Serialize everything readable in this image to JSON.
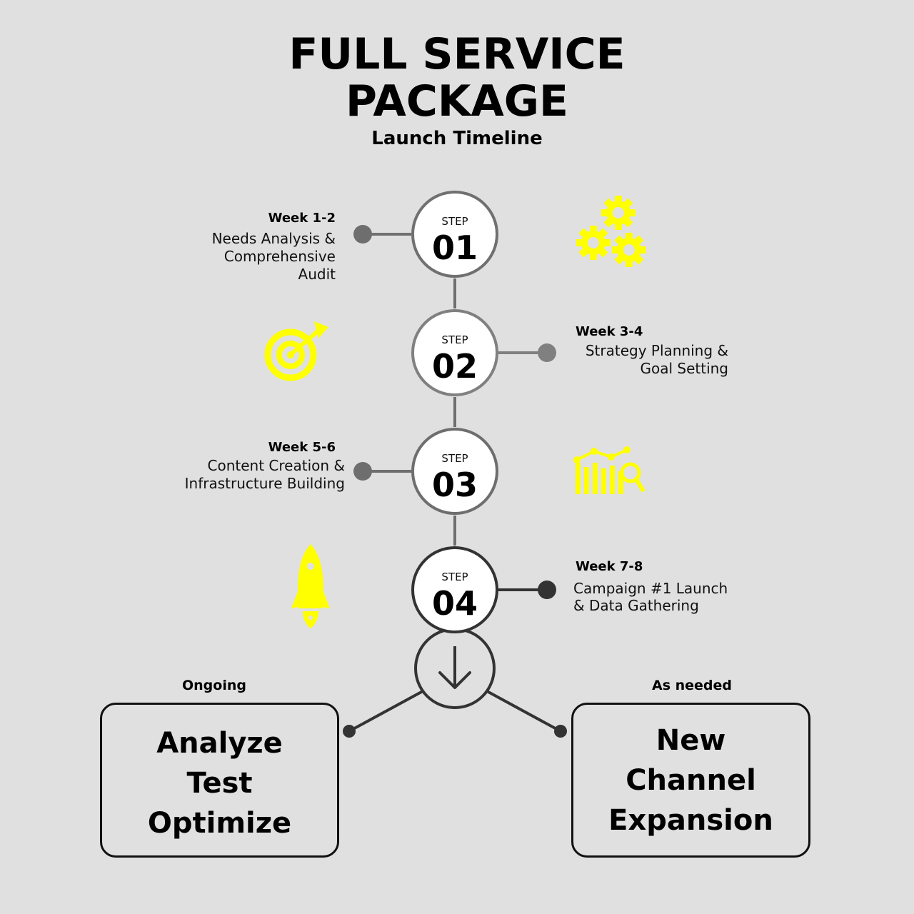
{
  "header": {
    "title_line1": "FULL SERVICE",
    "title_line2": "PACKAGE",
    "subtitle": "Launch Timeline"
  },
  "steps": [
    {
      "label": "STEP",
      "number": "01",
      "week": "Week 1-2",
      "desc_lines": [
        "Needs Analysis &",
        "Comprehensive",
        "Audit"
      ],
      "icon": "gears-icon"
    },
    {
      "label": "STEP",
      "number": "02",
      "week": "Week 3-4",
      "desc_lines": [
        "Strategy Planning &",
        "Goal Setting"
      ],
      "icon": "target-icon"
    },
    {
      "label": "STEP",
      "number": "03",
      "week": "Week 5-6",
      "desc_lines": [
        "Content Creation &",
        "Infrastructure Building"
      ],
      "icon": "analytics-icon"
    },
    {
      "label": "STEP",
      "number": "04",
      "week": "Week 7-8",
      "desc_lines": [
        "Campaign #1 Launch",
        "& Data Gathering"
      ],
      "icon": "rocket-icon"
    }
  ],
  "branches": {
    "left": {
      "tag": "Ongoing",
      "lines": [
        "Analyze",
        "Test",
        "Optimize"
      ]
    },
    "right": {
      "tag": "As needed",
      "lines": [
        "New",
        "Channel",
        "Expansion"
      ]
    }
  },
  "colors": {
    "background": "#e0e0e0",
    "accent": "#ffff00",
    "line_light": "#707070",
    "line_dark": "#333333"
  }
}
